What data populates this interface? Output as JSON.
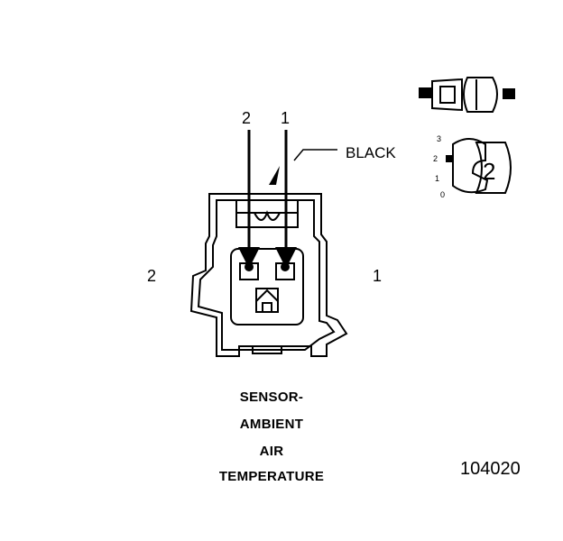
{
  "diagram": {
    "wire_labels": {
      "top_left": "2",
      "top_right": "1"
    },
    "side_labels": {
      "left": "2",
      "right": "1"
    },
    "color_callout": "BLACK",
    "position_scale": [
      "3",
      "2",
      "1",
      "0"
    ],
    "position_value": "2",
    "caption_lines": [
      "SENSOR-",
      "AMBIENT",
      "AIR",
      "TEMPERATURE"
    ],
    "figure_number": "104020"
  }
}
